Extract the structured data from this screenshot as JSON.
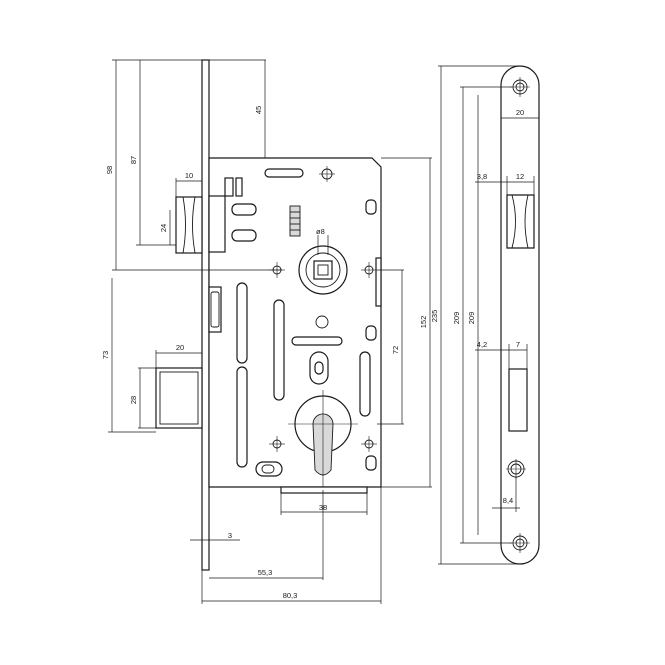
{
  "dimensions": {
    "d98": "98",
    "d87": "87",
    "d45": "45",
    "d10": "10",
    "d24": "24",
    "d8": "8",
    "d152": "152",
    "d235": "235",
    "d72": "72",
    "d73": "73",
    "d20_latch": "20",
    "d28": "28",
    "d38": "38",
    "d3": "3",
    "d55_3": "55,3",
    "d80_3": "80,3",
    "d20_plate": "20",
    "d3_8": "3,8",
    "d12": "12",
    "d209_a": "209",
    "d209_b": "209",
    "d4_2": "4,2",
    "d7": "7",
    "d8_4": "8,4"
  }
}
